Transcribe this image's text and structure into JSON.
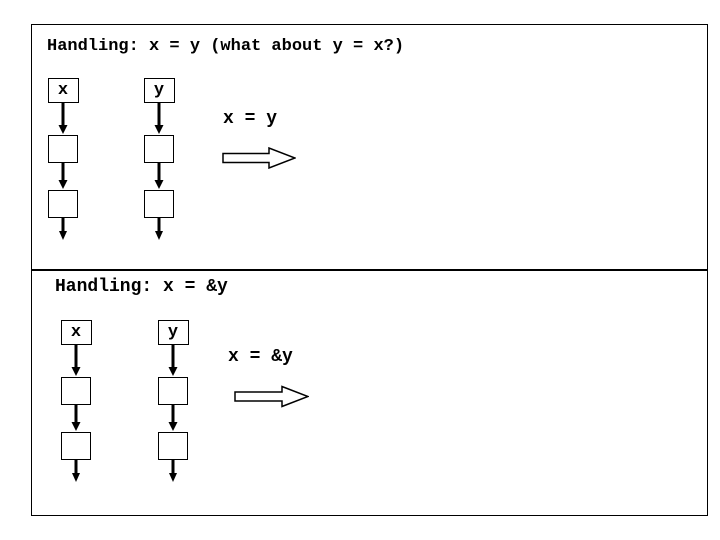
{
  "slide": {
    "background_color": "#ffffff",
    "line_color": "#000000"
  },
  "panels": [
    {
      "title": "Handling: x = y (what about y = x?)",
      "operation": "x = y",
      "chains": [
        {
          "label": "x",
          "node_count": 2
        },
        {
          "label": "y",
          "node_count": 2
        }
      ]
    },
    {
      "title": "Handling: x = &y",
      "operation": "x = &y",
      "chains": [
        {
          "label": "x",
          "node_count": 2
        },
        {
          "label": "y",
          "node_count": 2
        }
      ]
    }
  ]
}
